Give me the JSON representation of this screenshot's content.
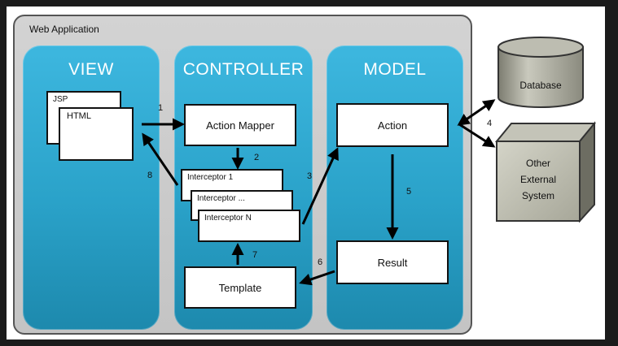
{
  "container": {
    "title": "Web Application"
  },
  "columns": {
    "view": "VIEW",
    "controller": "CONTROLLER",
    "model": "MODEL"
  },
  "view": {
    "jsp": "JSP",
    "html": "HTML"
  },
  "controller": {
    "action_mapper": "Action Mapper",
    "interceptor_1": "Interceptor 1",
    "interceptor_mid": "Interceptor ...",
    "interceptor_n": "Interceptor N",
    "template": "Template"
  },
  "model": {
    "action": "Action",
    "result": "Result"
  },
  "external": {
    "database": "Database",
    "other_system_lines": [
      "Other",
      "External",
      "System"
    ]
  },
  "steps": [
    "1",
    "2",
    "3",
    "4",
    "5",
    "6",
    "7",
    "8"
  ],
  "colors": {
    "column_top": "#3db7df",
    "column_bottom": "#1d89ad",
    "container": "#c8c8c8",
    "external": "#9e9e8e"
  }
}
